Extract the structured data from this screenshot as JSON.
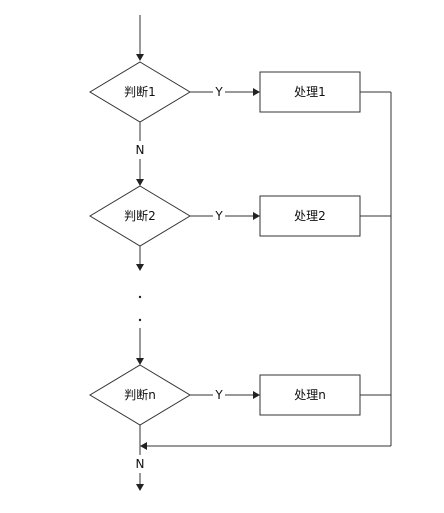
{
  "diagram": {
    "decisions": [
      {
        "label": "判断1",
        "yes_label": "Y",
        "no_label": "N",
        "action": "处理1"
      },
      {
        "label": "判断2",
        "yes_label": "Y",
        "action": "处理2"
      },
      {
        "label": "判断n",
        "yes_label": "Y",
        "no_label": "N",
        "action": "处理n"
      }
    ]
  }
}
